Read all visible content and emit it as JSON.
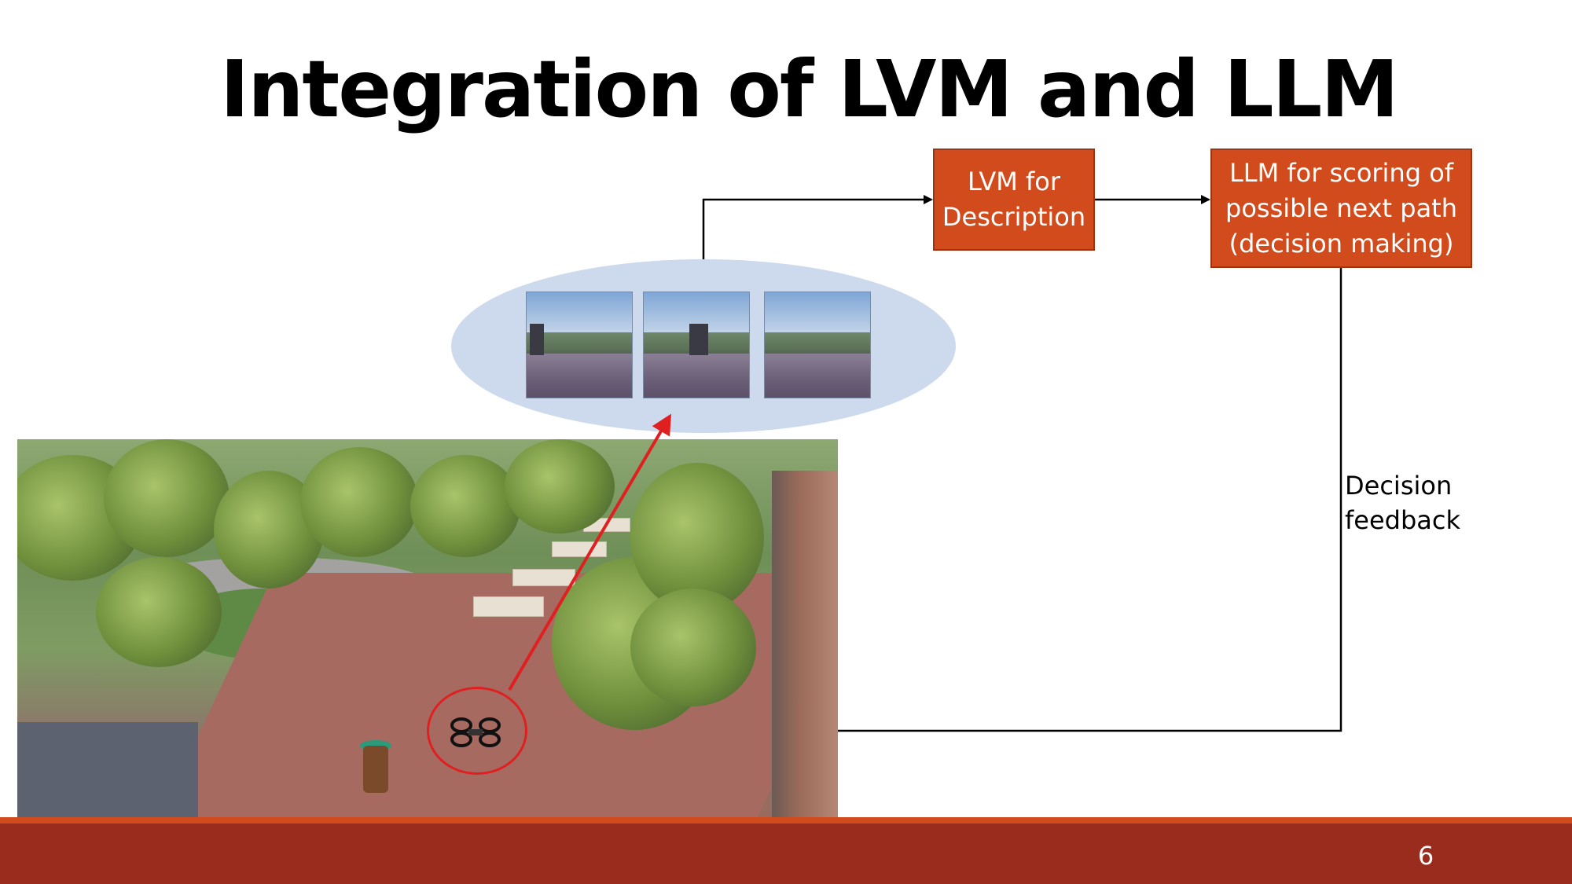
{
  "slide": {
    "title": "Integration of LVM and LLM",
    "page_number": "6"
  },
  "diagram": {
    "lvm_box": {
      "line1": "LVM for",
      "line2": "Description"
    },
    "llm_box": {
      "line1": "LLM for scoring of",
      "line2": "possible next path",
      "line3": "(decision making)"
    },
    "feedback_label": {
      "line1": "Decision",
      "line2": "feedback"
    }
  },
  "colors": {
    "box_fill": "#d14b1c",
    "footer": "#9a2c1e",
    "ellipse": "#cdd9ec",
    "pointer_arrow": "#e02020",
    "connector": "#000000"
  },
  "icons": {
    "drone": "quadcopter-drone-icon"
  }
}
